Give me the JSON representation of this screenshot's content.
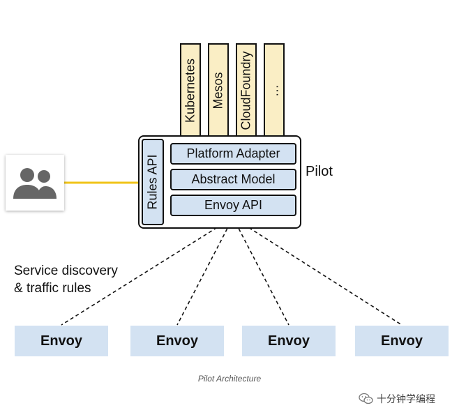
{
  "platforms": [
    "Kubernetes",
    "Mesos",
    "CloudFoundry",
    "…"
  ],
  "pilot": {
    "label": "Pilot",
    "layers": [
      "Platform Adapter",
      "Abstract Model",
      "Envoy API"
    ],
    "rules_api": "Rules API"
  },
  "annotation": {
    "line1": "Service discovery",
    "line2": "& traffic rules"
  },
  "envoys": [
    "Envoy",
    "Envoy",
    "Envoy",
    "Envoy"
  ],
  "caption": "Pilot Architecture",
  "watermark": "十分钟学编程",
  "icons": {
    "users": "users-icon",
    "wechat": "wechat-icon"
  },
  "colors": {
    "platform_fill": "#faeec5",
    "box_fill": "#d3e2f2",
    "connector": "#f0c419"
  }
}
